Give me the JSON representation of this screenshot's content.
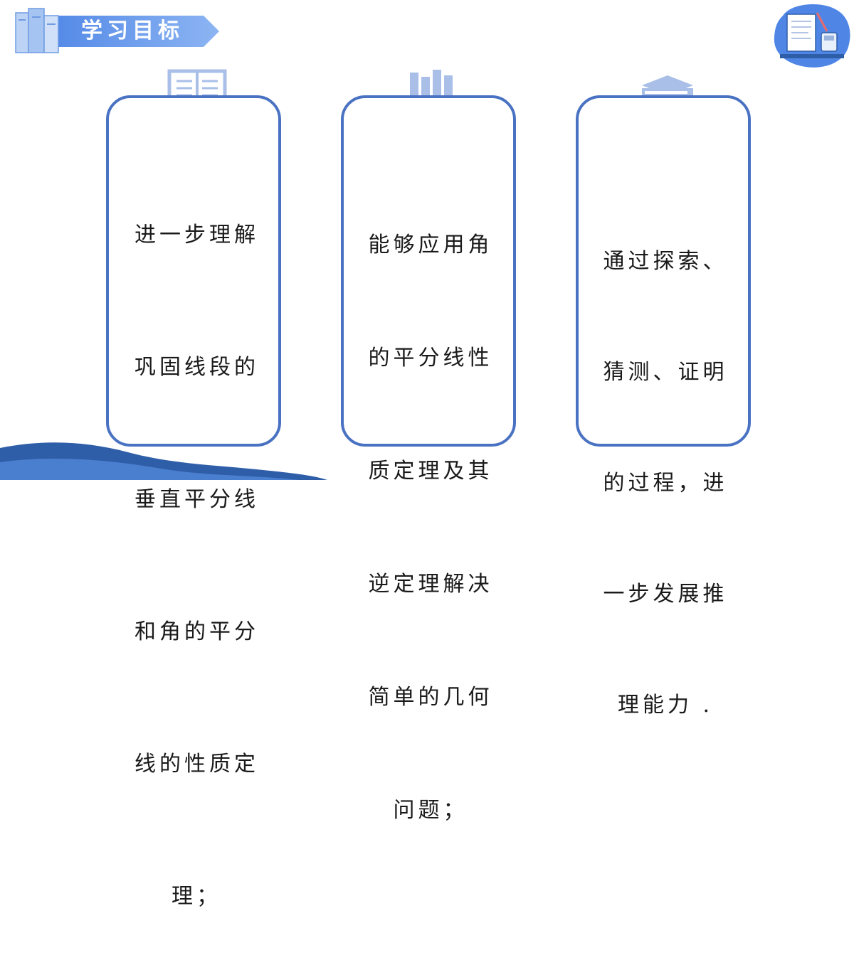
{
  "header": {
    "title": "学习目标",
    "books_icon": "books-icon"
  },
  "corner_decoration": "math-desk-illustration",
  "colors": {
    "accent": "#4a72c2",
    "light": "#a9bfe8",
    "banner": "#5d95ea",
    "wave": "#2f5ea8"
  },
  "objectives": [
    {
      "icon": "open-book-icon",
      "lines": [
        "进一步理解",
        "巩固线段的",
        "垂直平分线",
        "和角的平分",
        "线的性质定",
        "理；"
      ]
    },
    {
      "icon": "bookshelf-icon",
      "lines": [
        "能够应用角",
        "的平分线性",
        "质定理及其",
        "逆定理解决",
        "简单的几何",
        "问题；"
      ]
    },
    {
      "icon": "book-stack-icon",
      "lines": [
        "通过探索、",
        "猜测、证明",
        "的过程，进",
        "一步发展推",
        "理能力 ."
      ]
    }
  ]
}
